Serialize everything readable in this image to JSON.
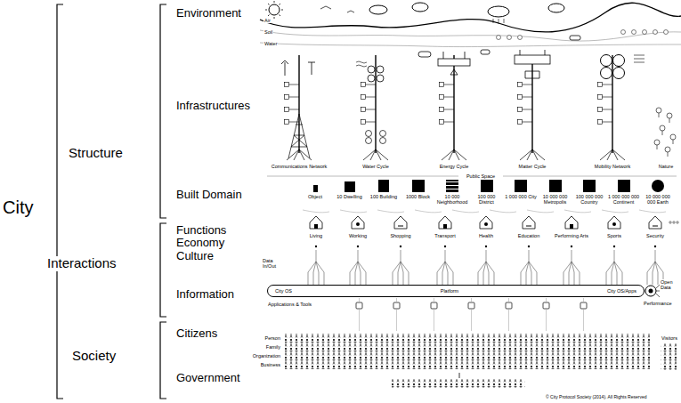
{
  "diagram": {
    "nodes": [
      {
        "text": [
          "City OS",
          "Platform",
          "City OS/Apps"
        ]
      },
      {
        "text": [
          "Object"
        ]
      },
      {
        "text": [
          "10 Dwelling"
        ]
      },
      {
        "text": [
          "100 Building"
        ]
      },
      {
        "text": [
          "1000 Block"
        ]
      },
      {
        "text": [
          "10 000 Neighborhood"
        ]
      },
      {
        "text": [
          "100 000 District"
        ]
      },
      {
        "text": [
          "1 000 000 City"
        ]
      },
      {
        "text": [
          "10 000 000 Metropolis"
        ]
      },
      {
        "text": [
          "100 000 000 Country"
        ]
      },
      {
        "text": [
          "1 000 000 000 Continent"
        ]
      },
      {
        "text": [
          "10 000 000 000 Earth"
        ]
      }
    ],
    "labels": [
      "City",
      "Structure",
      "Interactions",
      "Society",
      "Environment",
      "Infrastructures",
      "Built Domain",
      "Functions Economy Culture",
      "Information",
      "Citizens",
      "Government",
      "Air",
      "Soil",
      "Water",
      "Communications Network",
      "Water Cycle",
      "Energy Cycle",
      "Matter Cycle",
      "Mobility Network",
      "Nature",
      "Public Space",
      "Living",
      "Working",
      "Shopping",
      "Transport",
      "Health",
      "Education",
      "Performing Arts",
      "Sports",
      "Security",
      "Data In/Out",
      "Open Data",
      "Performance",
      "Applications & Tools",
      "Person",
      "Family",
      "Organization",
      "Business",
      "Visitors",
      "© City Protocol Society (2014). All Rights Reserved"
    ]
  }
}
